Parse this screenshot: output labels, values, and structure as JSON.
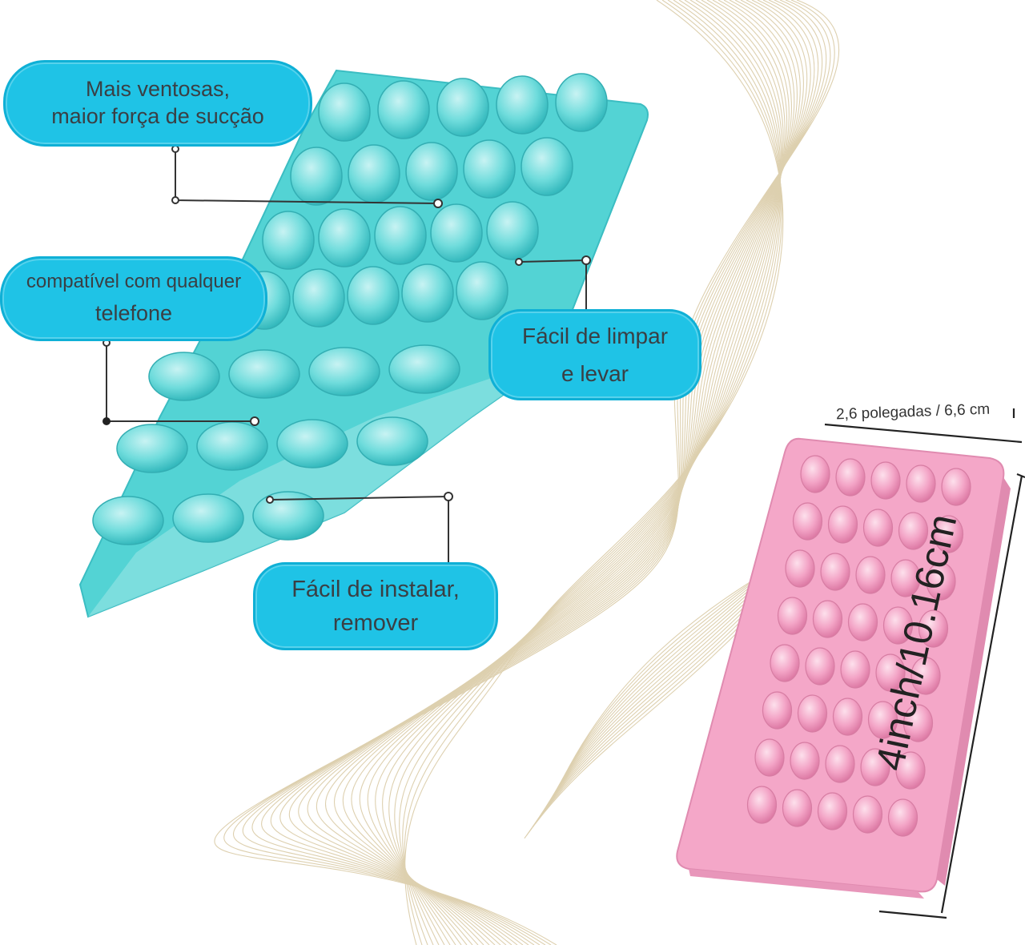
{
  "callouts": {
    "suction": [
      "Mais ventosas,",
      "maior força de sucção"
    ],
    "compatible": [
      "compatível com qualquer",
      "telefone"
    ],
    "clean": [
      "Fácil de limpar",
      "e levar"
    ],
    "install": [
      "Fácil de instalar,",
      "remover"
    ]
  },
  "dimensions": {
    "width": "2,6 polegadas / 6,6 cm",
    "height": "4inch/10.16cm"
  },
  "colors": {
    "callout_fill": "#1fc3e6",
    "blue_pad": "#4fd6d6",
    "pink_pad": "#f2a1c4",
    "swirl": "#d8c8a2"
  },
  "icons": [
    "leader-line",
    "dimension-bracket"
  ]
}
